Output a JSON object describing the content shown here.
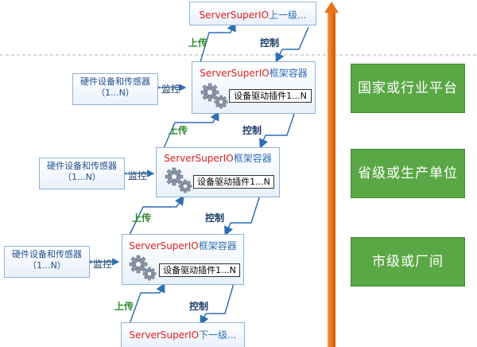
{
  "top": {
    "prefix": "ServerSuperIO",
    "suffix": "上一级..."
  },
  "bottom": {
    "prefix": "ServerSuperIO",
    "suffix": "下一级..."
  },
  "containers": [
    {
      "prefix": "ServerSuperIO",
      "suffix": "框架容器",
      "plugin": "设备驱动插件1...N",
      "hw_line1": "硬件设备和传感器",
      "hw_line2": "（1...N）",
      "monitor": "监控"
    },
    {
      "prefix": "ServerSuperIO",
      "suffix": "框架容器",
      "plugin": "设备驱动插件1...N",
      "hw_line1": "硬件设备和传感器",
      "hw_line2": "（1...N）",
      "monitor": "监控"
    },
    {
      "prefix": "ServerSuperIO",
      "suffix": "框架容器",
      "plugin": "设备驱动插件1...N",
      "hw_line1": "硬件设备和传感器",
      "hw_line2": "（1...N）",
      "monitor": "监控"
    }
  ],
  "links": {
    "upload": "上传",
    "control": "控制"
  },
  "levels": [
    "国家或行业平台",
    "省级或生产单位",
    "市级或厂间"
  ],
  "colors": {
    "green_box": "#5aa845",
    "arrow_orange": "#e8741a",
    "red_text": "#e02020",
    "line_blue": "#2f6fb3"
  }
}
